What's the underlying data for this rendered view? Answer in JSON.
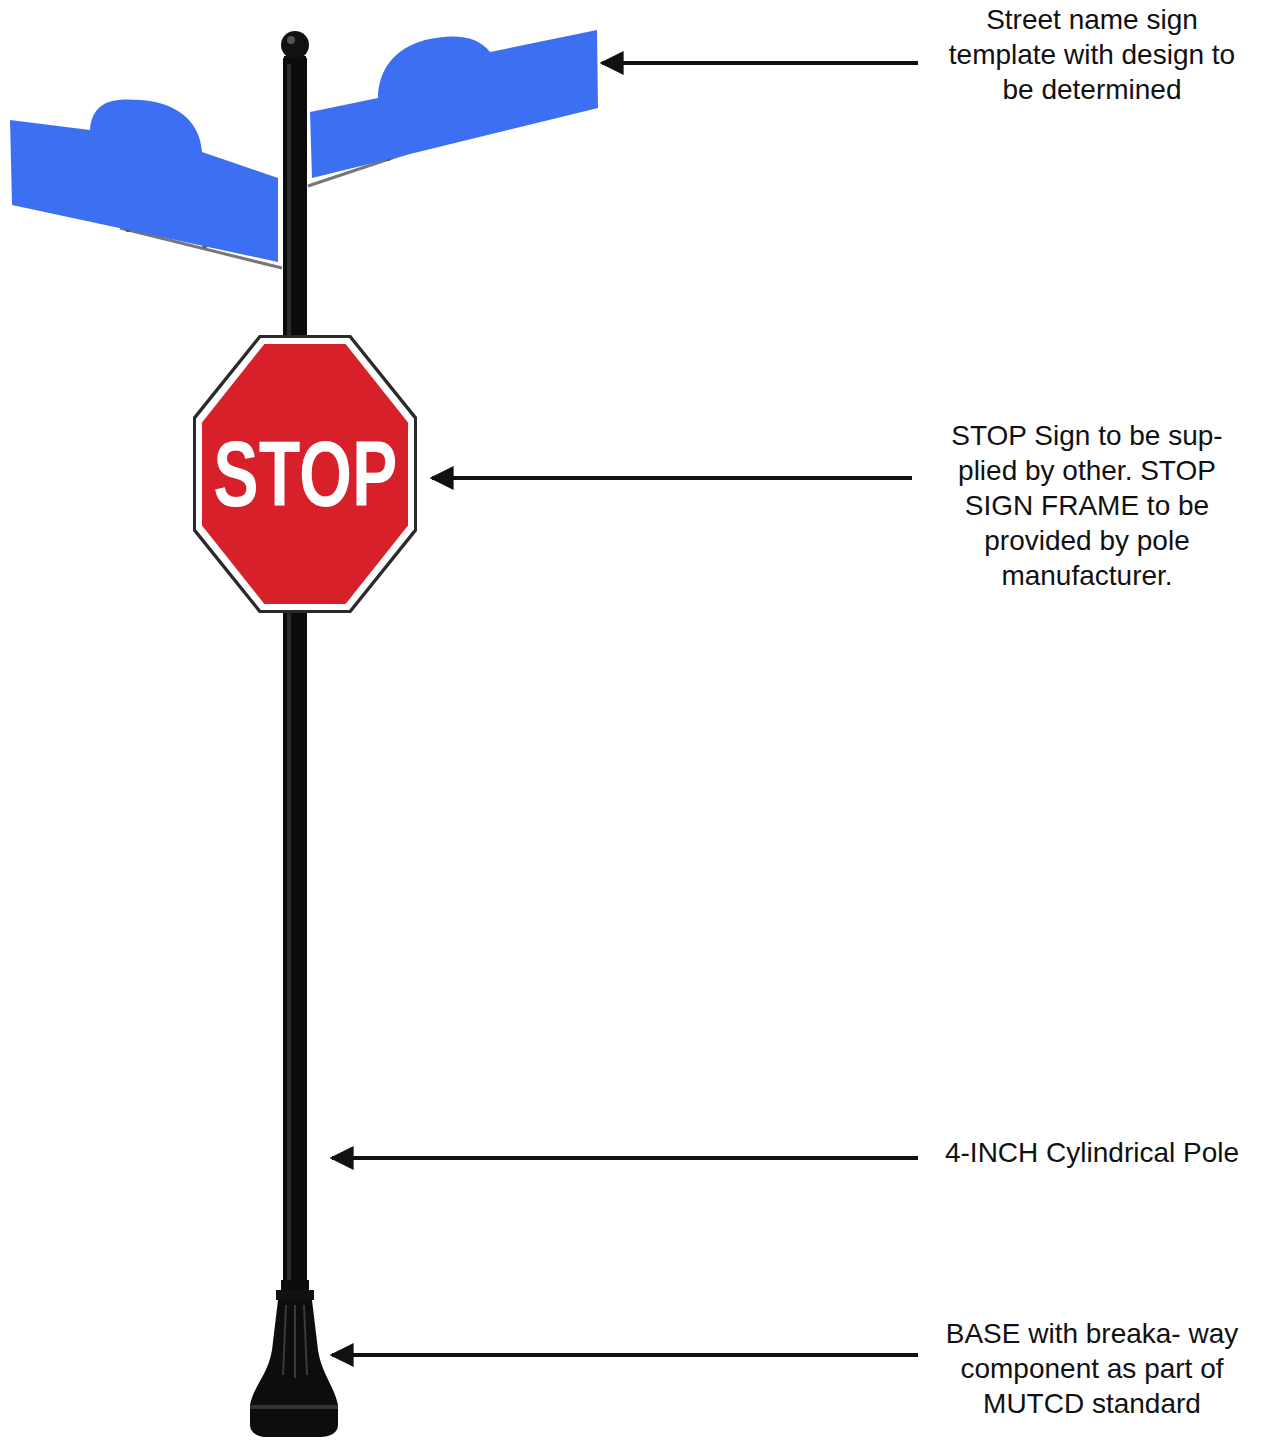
{
  "diagram": {
    "nodes": [
      {
        "text": [
          "STOP"
        ]
      }
    ],
    "labels": [
      "Street name sign template with design to be determined",
      "STOP Sign to be sup- plied by other. STOP SIGN FRAME to be provided by pole manufacturer.",
      "4-INCH Cylindrical Pole",
      "BASE with breaka- way component as part of MUTCD standard"
    ]
  }
}
